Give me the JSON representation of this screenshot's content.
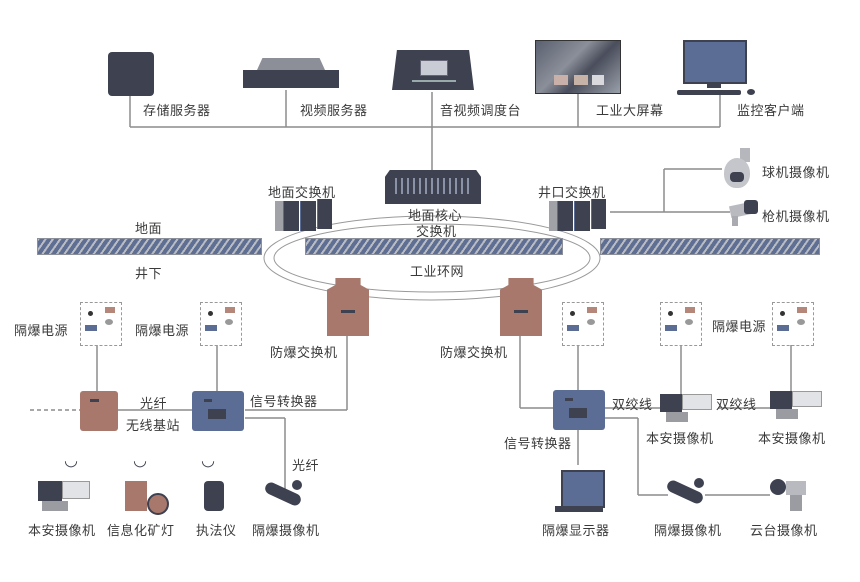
{
  "colors": {
    "device_dark": "#3d4150",
    "device_blue": "#5b6d94",
    "device_brown": "#a8786c",
    "line": "#8c8c8c",
    "ground_bar": "#5f6f94"
  },
  "top_row": {
    "storage_server": "存储服务器",
    "video_server": "视频服务器",
    "av_console": "音视频调度台",
    "big_screen": "工业大屏幕",
    "monitor_client": "监控客户端"
  },
  "core": {
    "ground_switch": "地面交换机",
    "core_switch_line1": "地面核心",
    "core_switch_line2": "交换机",
    "shaft_switch": "井口交换机",
    "dome_camera": "球机摄像机",
    "bullet_camera": "枪机摄像机",
    "ring_network": "工业环网"
  },
  "layers": {
    "surface": "地面",
    "underground": "井下"
  },
  "left_underground": {
    "psu1": "隔爆电源",
    "psu2": "隔爆电源",
    "explosion_switch": "防爆交换机",
    "fiber1": "光纤",
    "wireless_base": "无线基站",
    "signal_converter": "信号转换器",
    "fiber2": "光纤",
    "devices": [
      "本安摄像机",
      "信息化矿灯",
      "执法仪",
      "隔爆摄像机"
    ]
  },
  "right_underground": {
    "explosion_switch": "防爆交换机",
    "psu": "隔爆电源",
    "signal_converter": "信号转换器",
    "twisted_pair1": "双绞线",
    "twisted_pair2": "双绞线",
    "camera1": "本安摄像机",
    "camera2": "本安摄像机",
    "display": "隔爆显示器",
    "explosion_camera": "隔爆摄像机",
    "ptz_camera": "云台摄像机"
  }
}
